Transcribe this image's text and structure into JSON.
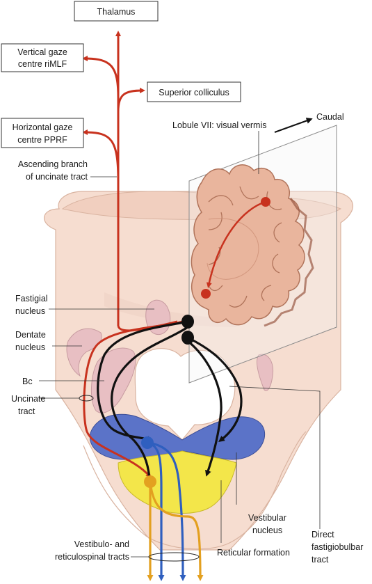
{
  "boxes": {
    "thalamus": "Thalamus",
    "vertical_gaze_1": "Vertical gaze",
    "vertical_gaze_2": "centre riMLF",
    "superior_colliculus": "Superior colliculus",
    "horizontal_gaze_1": "Horizontal gaze",
    "horizontal_gaze_2": "centre PPRF"
  },
  "labels": {
    "caudal": "Caudal",
    "lobule_vii": "Lobule VII: visual vermis",
    "ascending_1": "Ascending branch",
    "ascending_2": "of uncinate tract",
    "fastigial_1": "Fastigial",
    "fastigial_2": "nucleus",
    "dentate_1": "Dentate",
    "dentate_2": "nucleus",
    "bc": "Bc",
    "uncinate_1": "Uncinate",
    "uncinate_2": "tract",
    "vestibular_1": "Vestibular",
    "vestibular_2": "nucleus",
    "direct_1": "Direct",
    "direct_2": "fastigiobulbar",
    "direct_3": "tract",
    "reticular": "Reticular formation",
    "vestibulo_1": "Vestibulo- and",
    "vestibulo_2": "reticulospinal tracts"
  },
  "colors": {
    "red_pathway": "#c8321e",
    "black_pathway": "#111111",
    "blue_pathway": "#2f5fbf",
    "orange_pathway": "#e3a020",
    "vestibular_nucleus": "#5b73c8",
    "reticular_formation": "#f3e64a",
    "brainstem": "#f6ddd0",
    "nuclei": "#e8bfc3",
    "cerebellum": "#e9b59d"
  }
}
